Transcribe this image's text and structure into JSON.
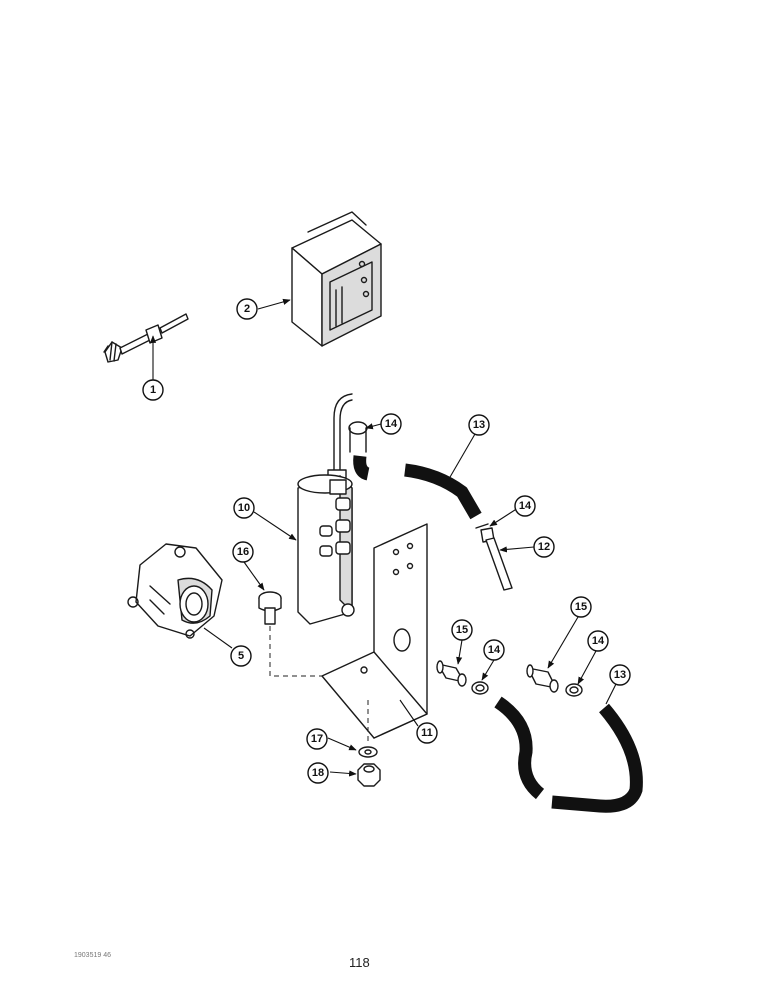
{
  "page": {
    "number": "118",
    "figure_code": "1903519 46"
  },
  "callouts": {
    "c1": "1",
    "c2": "2",
    "c5": "5",
    "c10": "10",
    "c11": "11",
    "c12": "12",
    "c13a": "13",
    "c13b": "13",
    "c14a": "14",
    "c14b": "14",
    "c14c": "14",
    "c14d": "14",
    "c15a": "15",
    "c15b": "15",
    "c16": "16",
    "c17": "17",
    "c18": "18"
  }
}
